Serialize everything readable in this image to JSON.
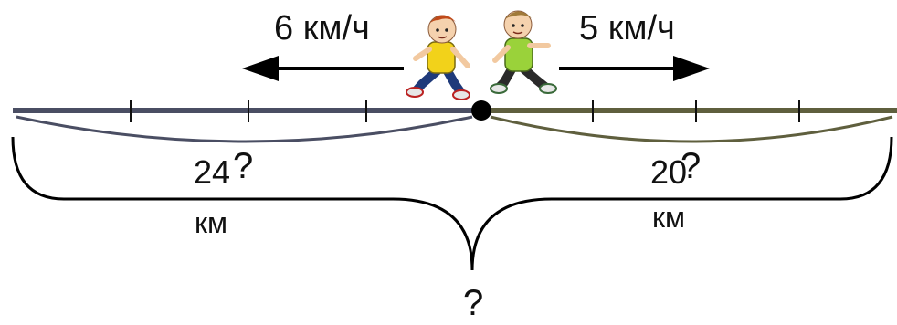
{
  "left": {
    "speed": "6 км/ч",
    "distance": "24",
    "distance_question": "?",
    "unit": "км"
  },
  "right": {
    "speed": "5 км/ч",
    "distance": "20",
    "distance_question": "?",
    "unit": "км"
  },
  "total_question": "?",
  "colors": {
    "left_segment": "#4a4e63",
    "right_segment": "#5f5f3e",
    "boy_left_shirt": "#f2d21a",
    "boy_right_shirt": "#9ad23a"
  }
}
